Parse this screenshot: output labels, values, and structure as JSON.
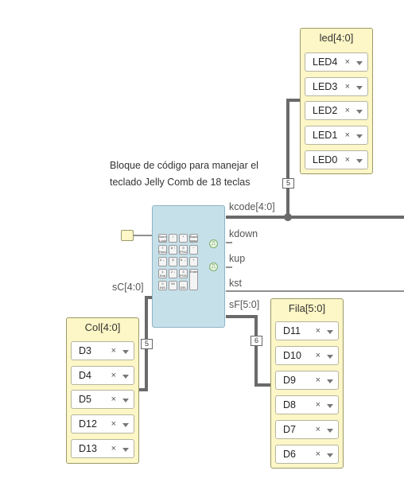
{
  "caption": "Bloque de código para manejar el teclado Jelly Comb de 18 teclas",
  "ports": {
    "kcode": "kcode[4:0]",
    "kdown": "kdown",
    "kup": "kup",
    "kst": "kst",
    "sC": "sC[4:0]",
    "sF": "sF[5:0]"
  },
  "bus_widths": {
    "kcode": "5",
    "col": "5",
    "fila": "6"
  },
  "led_group": {
    "title": "led[4:0]",
    "pins": [
      "LED4",
      "LED3",
      "LED2",
      "LED1",
      "LED0"
    ]
  },
  "col_group": {
    "title": "Col[4:0]",
    "pins": [
      "D3",
      "D4",
      "D5",
      "D12",
      "D13"
    ]
  },
  "fila_group": {
    "title": "Fila[5:0]",
    "pins": [
      "D11",
      "D10",
      "D9",
      "D8",
      "D7",
      "D6"
    ]
  },
  "pin_remove_symbol": "×",
  "keypad_keys": [
    "Num Lock",
    "/",
    "*",
    "Back space",
    "7 Home",
    "8 ↑",
    "9 PGUP",
    "−",
    "4 ←",
    "5",
    "6 →",
    "+",
    "1 End",
    "2 ↓",
    "3 PGDN",
    "Enter",
    "0 INS",
    "00",
    ". DEL"
  ],
  "led_symbol": "⎍",
  "colors": {
    "group_fill": "#fdf6c6",
    "block_fill": "#c6e0ea",
    "wire": "#707070"
  }
}
